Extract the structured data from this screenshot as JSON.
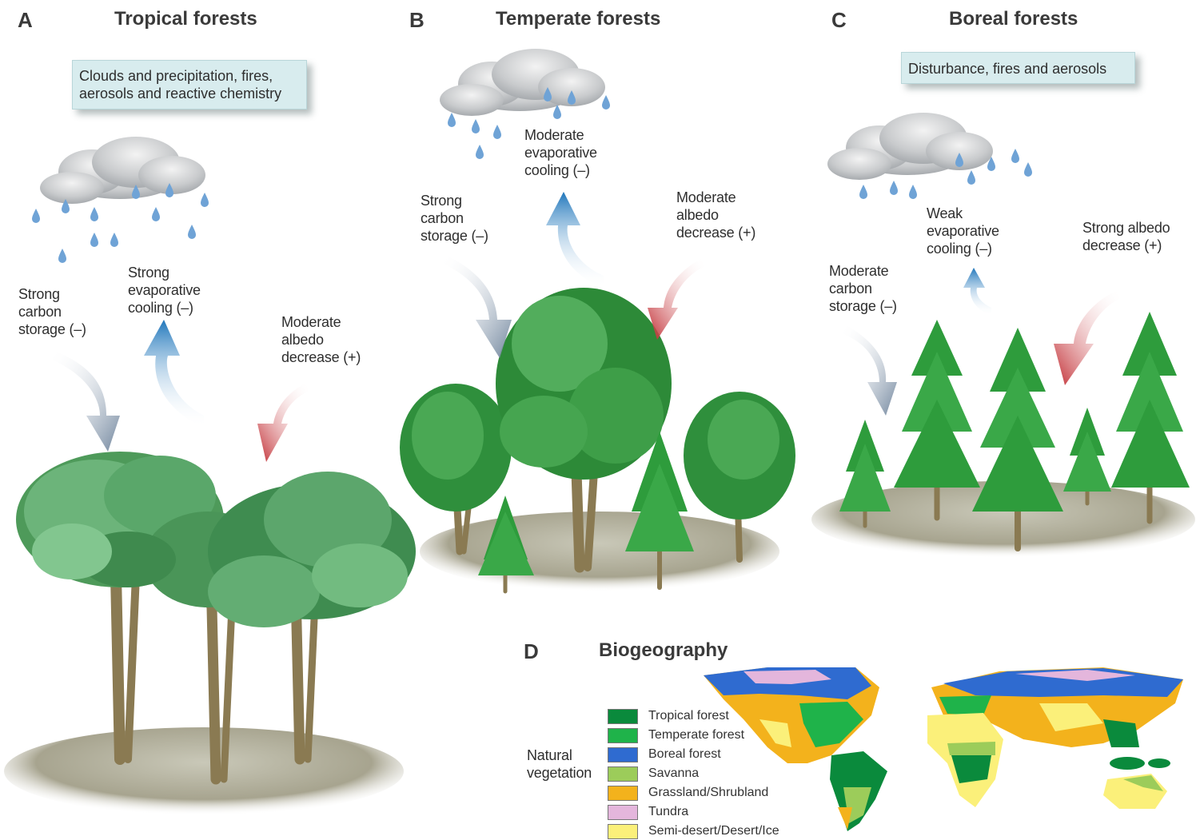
{
  "panels": {
    "a": {
      "letter": "A",
      "title": "Tropical forests",
      "box": "Clouds and precipitation, fires, aerosols and reactive chemistry",
      "carbon": "Strong carbon storage (–)",
      "evap": "Strong evaporative cooling (–)",
      "albedo": "Moderate albedo decrease (+)"
    },
    "b": {
      "letter": "B",
      "title": "Temperate forests",
      "carbon": "Strong carbon storage (–)",
      "evap": "Moderate evaporative cooling (–)",
      "albedo": "Moderate albedo decrease (+)"
    },
    "c": {
      "letter": "C",
      "title": "Boreal forests",
      "box": "Disturbance, fires and aerosols",
      "carbon": "Moderate carbon storage (–)",
      "evap": "Weak evaporative cooling (–)",
      "albedo": "Strong albedo decrease (+)"
    },
    "d": {
      "letter": "D",
      "title": "Biogeography",
      "legend_title": "Natural vegetation",
      "legend": [
        {
          "label": "Tropical forest",
          "color": "#0a8a3c"
        },
        {
          "label": "Temperate forest",
          "color": "#1fb34a"
        },
        {
          "label": "Boreal forest",
          "color": "#2f6bd0"
        },
        {
          "label": "Savanna",
          "color": "#9ccc5a"
        },
        {
          "label": "Grassland/Shrubland",
          "color": "#f3b21c"
        },
        {
          "label": "Tundra",
          "color": "#e4b6dc"
        },
        {
          "label": "Semi-desert/Desert/Ice",
          "color": "#fbf07a"
        }
      ]
    }
  },
  "colors": {
    "cloud": "#b9bcbf",
    "rain": "#6fa3d6",
    "carbon_arrow": "#7d91a8",
    "evap_arrow": "#2a7fc0",
    "albedo_arrow": "#c0272d",
    "ground": "#a39d86",
    "trunk": "#8a7a52"
  }
}
